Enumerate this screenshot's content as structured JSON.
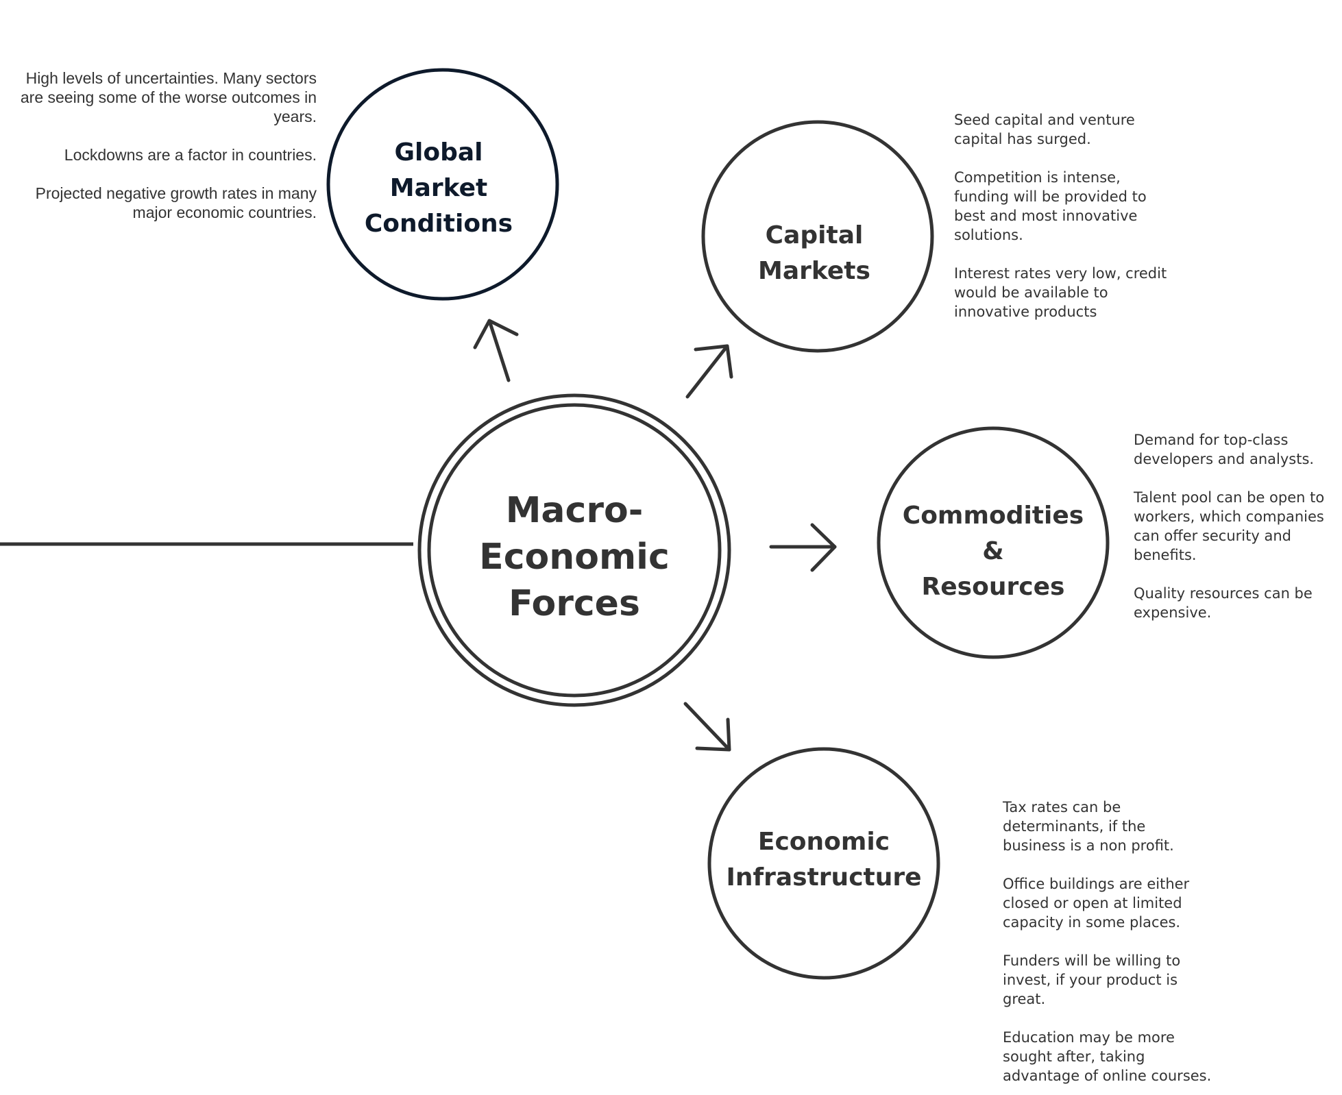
{
  "colors": {
    "stroke": "#333333",
    "global_stroke": "#0e1a2b",
    "text": "#333333",
    "global_text": "#0e1a2b",
    "background": "#ffffff"
  },
  "center": {
    "title": "Macro-\nEconomic\nForces"
  },
  "nodes": {
    "global": {
      "title": "Global\nMarket\nConditions",
      "notes": [
        "High levels of uncertainties. Many sectors\nare seeing some of the worse outcomes in\nyears.",
        "Lockdowns are a factor in countries.",
        "Projected negative growth rates in many\nmajor economic countries."
      ]
    },
    "capital": {
      "title": "Capital\nMarkets",
      "notes": [
        "Seed capital and venture\ncapital has surged.",
        "Competition is intense,\nfunding will be provided to\nbest and most innovative\nsolutions.",
        "Interest rates very low, credit\nwould be available to\ninnovative products"
      ]
    },
    "commodities": {
      "title": "Commodities\n&\nResources",
      "notes": [
        "Demand for top-class\ndevelopers and analysts.",
        "Talent pool can be open to\nworkers, which companies\ncan offer security and\nbenefits.",
        "Quality resources can be\nexpensive."
      ]
    },
    "infrastructure": {
      "title": "Economic\nInfrastructure",
      "notes": [
        "Tax rates can be\ndeterminants, if the\nbusiness is a non profit.",
        "Office buildings are either\nclosed or open at limited\ncapacity in some places.",
        "Funders will be willing to\ninvest, if your product is\ngreat.",
        "Education may be more\nsought after, taking\nadvantage of online courses."
      ]
    }
  }
}
